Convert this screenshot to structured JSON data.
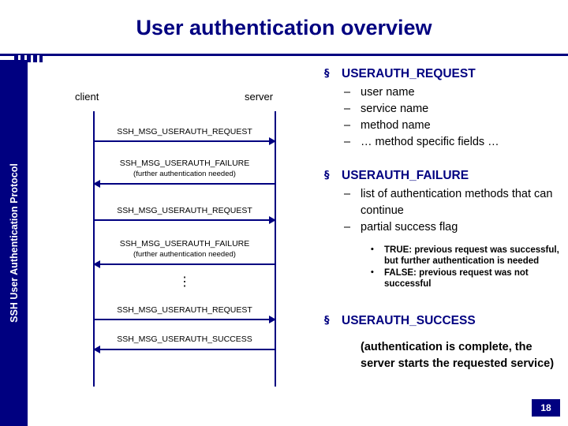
{
  "slide": {
    "title": "User authentication overview",
    "page_number": "18",
    "sidebar_label": "SSH User Authentication Protocol",
    "accent_color": "#000080"
  },
  "diagram": {
    "type": "sequence",
    "actors": [
      {
        "name": "client",
        "label": "client"
      },
      {
        "name": "server",
        "label": "server"
      }
    ],
    "messages": [
      {
        "label": "SSH_MSG_USERAUTH_REQUEST",
        "sub": "",
        "direction": "right"
      },
      {
        "label": "SSH_MSG_USERAUTH_FAILURE",
        "sub": "(further authentication needed)",
        "direction": "left"
      },
      {
        "label": "SSH_MSG_USERAUTH_REQUEST",
        "sub": "",
        "direction": "right"
      },
      {
        "label": "SSH_MSG_USERAUTH_FAILURE",
        "sub": "(further authentication needed)",
        "direction": "left"
      },
      {
        "label": "SSH_MSG_USERAUTH_REQUEST",
        "sub": "",
        "direction": "right"
      },
      {
        "label": "SSH_MSG_USERAUTH_SUCCESS",
        "sub": "",
        "direction": "left"
      }
    ],
    "ellipsis": "⋮"
  },
  "bullets": {
    "request": {
      "marker": "§",
      "title": "USERAUTH_REQUEST",
      "items": [
        {
          "marker": "–",
          "text": "user name"
        },
        {
          "marker": "–",
          "text": "service name"
        },
        {
          "marker": "–",
          "text": "method name"
        },
        {
          "marker": "–",
          "text": "… method specific fields …"
        }
      ]
    },
    "failure": {
      "marker": "§",
      "title": "USERAUTH_FAILURE",
      "items": [
        {
          "marker": "–",
          "text": "list of authentication methods that can continue"
        },
        {
          "marker": "–",
          "text": "partial success flag"
        }
      ],
      "subitems": [
        {
          "marker": "•",
          "text": "TRUE: previous request was successful, but further authentication is needed"
        },
        {
          "marker": "•",
          "text": "FALSE: previous request was not successful"
        }
      ]
    },
    "success": {
      "marker": "§",
      "title": "USERAUTH_SUCCESS",
      "note": "(authentication is complete, the server starts the requested service)"
    }
  }
}
